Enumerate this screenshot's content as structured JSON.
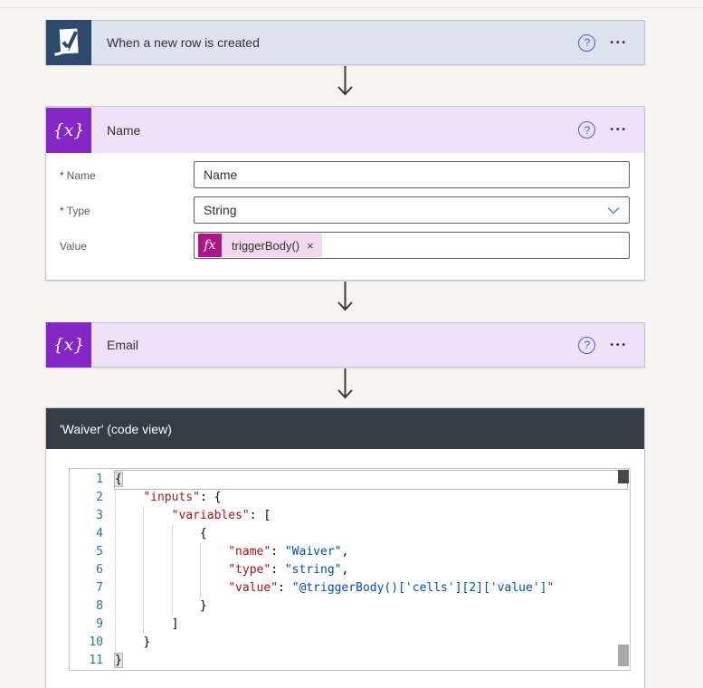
{
  "colors": {
    "canvas_bg": "#f6f5f4",
    "trigger_header_bg": "#dde3ee",
    "trigger_icon_bg": "#2d4a6d",
    "variable_header_bg": "#eee1f8",
    "variable_icon_bg": "#8626c6",
    "code_header_bg": "#343c44",
    "fx_token_bg": "#af1685",
    "token_pill_bg": "#f3d9ef",
    "help_icon_blue": "#4361d6",
    "required_red": "#a4262c",
    "json_key": "#a31515",
    "json_string": "#0451a5",
    "line_number": "#237893"
  },
  "icons": {
    "help": "?",
    "more": "•••",
    "variable_glyph": "{x}",
    "fx_glyph": "fx",
    "token_close": "×"
  },
  "trigger_card": {
    "title": "When a new row is created"
  },
  "name_card": {
    "title": "Name",
    "required_marker": "*",
    "fields": [
      {
        "label": "Name",
        "required": true,
        "control": "text",
        "value": "Name"
      },
      {
        "label": "Type",
        "required": true,
        "control": "select",
        "value": "String"
      },
      {
        "label": "Value",
        "required": false,
        "control": "token",
        "token_label": "triggerBody()"
      }
    ]
  },
  "email_card": {
    "title": "Email"
  },
  "code_card": {
    "title": "'Waiver' (code view)",
    "lines": [
      {
        "n": "1",
        "indent": 0,
        "cur": true,
        "seg": [
          {
            "t": "{",
            "k": "pun",
            "hl": true
          }
        ]
      },
      {
        "n": "2",
        "indent": 1,
        "seg": [
          {
            "t": "\"inputs\"",
            "k": "key"
          },
          {
            "t": ": {",
            "k": "pun"
          }
        ]
      },
      {
        "n": "3",
        "indent": 2,
        "seg": [
          {
            "t": "\"variables\"",
            "k": "key"
          },
          {
            "t": ": [",
            "k": "pun"
          }
        ]
      },
      {
        "n": "4",
        "indent": 3,
        "seg": [
          {
            "t": "{",
            "k": "pun"
          }
        ]
      },
      {
        "n": "5",
        "indent": 4,
        "seg": [
          {
            "t": "\"name\"",
            "k": "key"
          },
          {
            "t": ": ",
            "k": "pun"
          },
          {
            "t": "\"Waiver\"",
            "k": "str"
          },
          {
            "t": ",",
            "k": "pun"
          }
        ]
      },
      {
        "n": "6",
        "indent": 4,
        "seg": [
          {
            "t": "\"type\"",
            "k": "key"
          },
          {
            "t": ": ",
            "k": "pun"
          },
          {
            "t": "\"string\"",
            "k": "str"
          },
          {
            "t": ",",
            "k": "pun"
          }
        ]
      },
      {
        "n": "7",
        "indent": 4,
        "seg": [
          {
            "t": "\"value\"",
            "k": "key"
          },
          {
            "t": ": ",
            "k": "pun"
          },
          {
            "t": "\"@triggerBody()['cells'][2]['value']\"",
            "k": "str"
          }
        ]
      },
      {
        "n": "8",
        "indent": 3,
        "seg": [
          {
            "t": "}",
            "k": "pun"
          }
        ]
      },
      {
        "n": "9",
        "indent": 2,
        "seg": [
          {
            "t": "]",
            "k": "pun"
          }
        ]
      },
      {
        "n": "10",
        "indent": 1,
        "seg": [
          {
            "t": "}",
            "k": "pun"
          }
        ]
      },
      {
        "n": "11",
        "indent": 0,
        "seg": [
          {
            "t": "}",
            "k": "pun",
            "hl": true
          }
        ]
      }
    ]
  }
}
